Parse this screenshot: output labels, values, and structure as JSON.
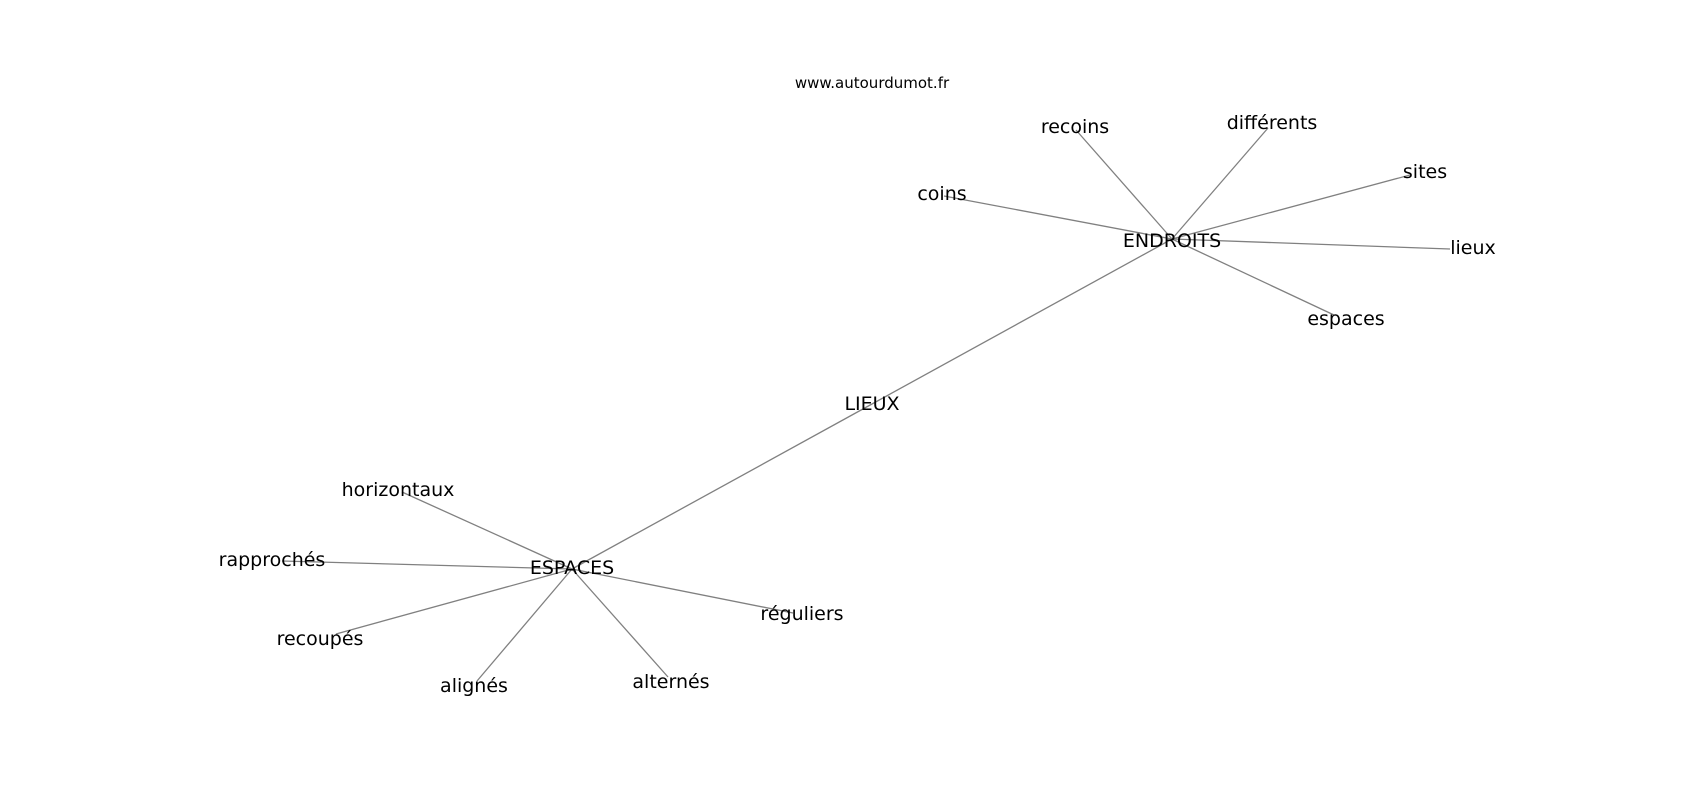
{
  "header": {
    "site": "www.autourdumot.fr"
  },
  "graph": {
    "nodes": [
      {
        "id": "lieux_center",
        "label": "LIEUX"
      },
      {
        "id": "endroits",
        "label": "ENDROITS"
      },
      {
        "id": "espaces_hub",
        "label": "ESPACES"
      },
      {
        "id": "recoins",
        "label": "recoins"
      },
      {
        "id": "differents",
        "label": "différents"
      },
      {
        "id": "sites",
        "label": "sites"
      },
      {
        "id": "coins",
        "label": "coins"
      },
      {
        "id": "lieux_leaf",
        "label": "lieux"
      },
      {
        "id": "espaces_leaf",
        "label": "espaces"
      },
      {
        "id": "horizontaux",
        "label": "horizontaux"
      },
      {
        "id": "rapproches",
        "label": "rapprochés"
      },
      {
        "id": "recoupes",
        "label": "recoupés"
      },
      {
        "id": "alignes",
        "label": "alignés"
      },
      {
        "id": "alternes",
        "label": "alternés"
      },
      {
        "id": "reguliers",
        "label": "réguliers"
      }
    ],
    "edges": [
      [
        "lieux_center",
        "endroits"
      ],
      [
        "lieux_center",
        "espaces_hub"
      ],
      [
        "endroits",
        "recoins"
      ],
      [
        "endroits",
        "differents"
      ],
      [
        "endroits",
        "sites"
      ],
      [
        "endroits",
        "coins"
      ],
      [
        "endroits",
        "lieux_leaf"
      ],
      [
        "endroits",
        "espaces_leaf"
      ],
      [
        "espaces_hub",
        "horizontaux"
      ],
      [
        "espaces_hub",
        "rapproches"
      ],
      [
        "espaces_hub",
        "recoupes"
      ],
      [
        "espaces_hub",
        "alignes"
      ],
      [
        "espaces_hub",
        "alternes"
      ],
      [
        "espaces_hub",
        "reguliers"
      ]
    ],
    "colors": {
      "edge": "#808080",
      "text": "#000000",
      "background": "#ffffff"
    }
  }
}
